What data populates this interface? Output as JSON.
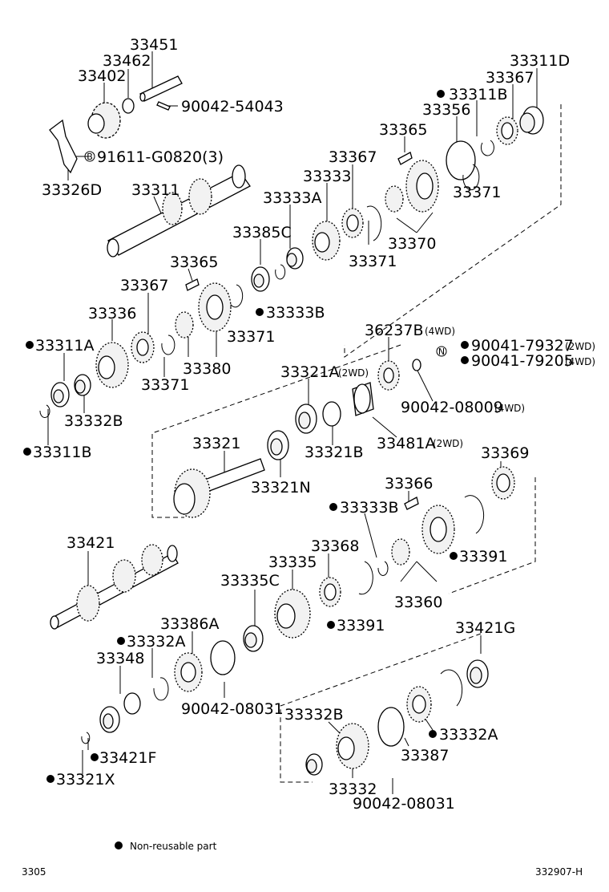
{
  "labels": {
    "l33451": "33451",
    "l33462": "33462",
    "l33402": "33402",
    "l90042_54043": "90042-54043",
    "l91611": "91611-G0820(3)",
    "l33326D": "33326D",
    "l33311": "33311",
    "l33311D": "33311D",
    "l33367a": "33367",
    "l33311B_top": "33311B",
    "l33356": "33356",
    "l33365a": "33365",
    "l33367b": "33367",
    "l33333": "33333",
    "l33371a": "33371",
    "l33333A": "33333A",
    "l33385C": "33385C",
    "l33370": "33370",
    "l33371b": "33371",
    "l33365b": "33365",
    "l33367c": "33367",
    "l33333B_a": "33333B",
    "l33336": "33336",
    "l33371c": "33371",
    "l33311A": "33311A",
    "l33380": "33380",
    "l33371d": "33371",
    "l33332B_a": "33332B",
    "l33311B_b": "33311B",
    "l36237B": "36237B",
    "l90041_79327": "90041-79327",
    "l90041_79205": "90041-79205",
    "l33321A": "33321A",
    "l90042_08009": "90042-08009",
    "l33321": "33321",
    "l33321B": "33321B",
    "l33481A": "33481A",
    "l33321N": "33321N",
    "l33369": "33369",
    "l33366": "33366",
    "l33333B_b": "33333B",
    "l33421": "33421",
    "l33368": "33368",
    "l33335": "33335",
    "l33391a": "33391",
    "l33335C": "33335C",
    "l33360": "33360",
    "l33386A": "33386A",
    "l33391b": "33391",
    "l33332A_a": "33332A",
    "l33421G": "33421G",
    "l33348": "33348",
    "l90042_08031a": "90042-08031",
    "l33332B_b": "33332B",
    "l33332A_b": "33332A",
    "l33421F": "33421F",
    "l33387": "33387",
    "l33321X": "33321X",
    "l33332": "33332",
    "l90042_08031b": "90042-08031"
  },
  "notes": {
    "wd4": "(4WD)",
    "wd2": "(2WD)",
    "n_mark": "N",
    "b_mark": "B"
  },
  "legend": {
    "text": "Non-reusable part"
  },
  "footer": {
    "left": "3305",
    "right": "332907-H"
  }
}
